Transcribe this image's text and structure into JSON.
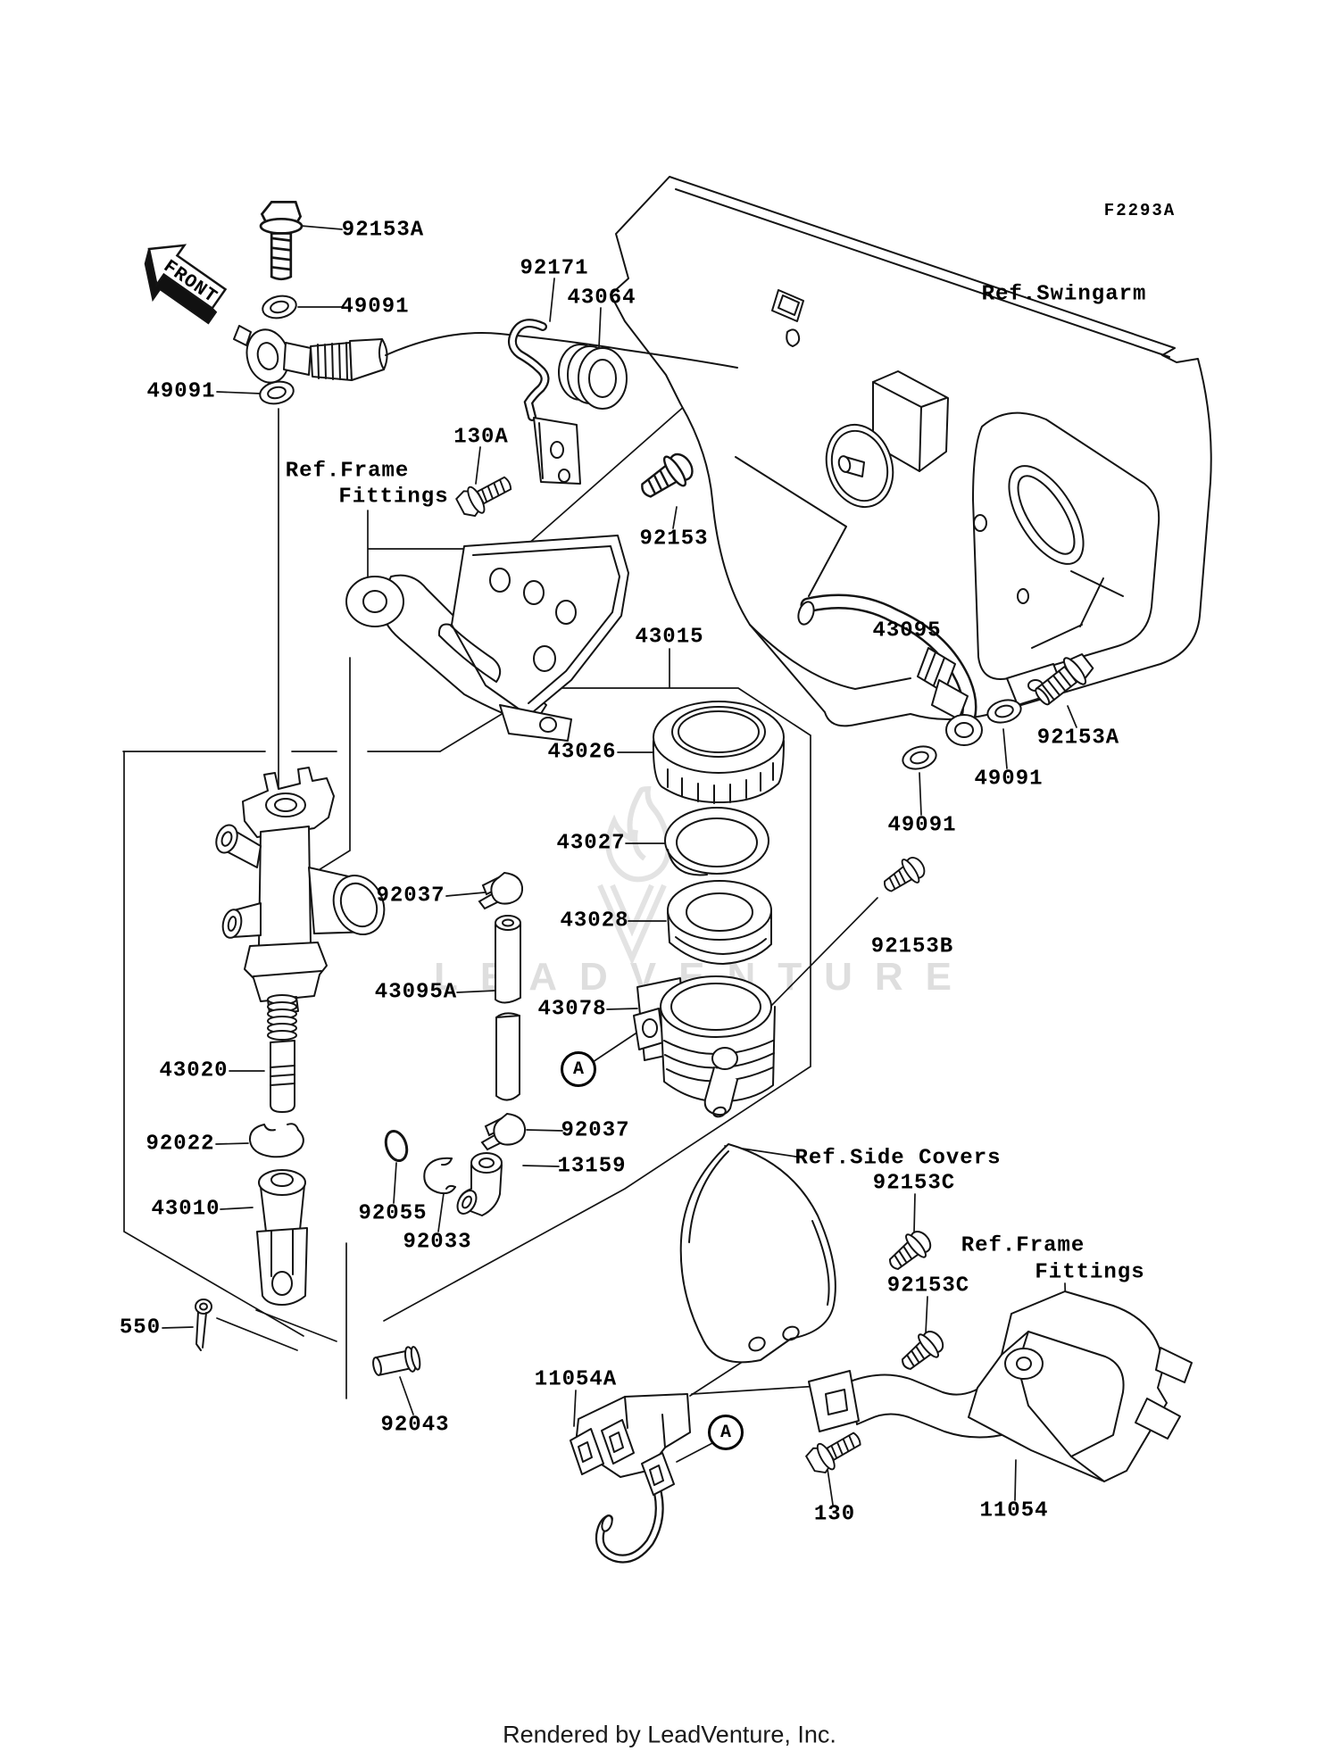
{
  "diagram": {
    "page_code": "F2293A",
    "front_label": "FRONT",
    "watermark": "LEADVENTURE",
    "footer": "Rendered by LeadVenture, Inc.",
    "detail_marker": "A"
  },
  "labels": {
    "bolt_92153a_top": "92153A",
    "washer_49091_top": "49091",
    "washer_49091_left": "49091",
    "clamp_92171": "92171",
    "cap_43064": "43064",
    "ref_swingarm": "Ref.Swingarm",
    "bolt_130a": "130A",
    "ref_frame_top_line1": "Ref.Frame",
    "ref_frame_top_line2": "Fittings",
    "bolt_92153_top": "92153",
    "assy_43015": "43015",
    "hose_43095": "43095",
    "washer_49091_r1": "49091",
    "washer_49091_r2": "49091",
    "bolt_92153a_right": "92153A",
    "cap_43026": "43026",
    "ring_43027": "43027",
    "cup_43028": "43028",
    "screw_92153b": "92153B",
    "clamp_92037_upper": "92037",
    "tube_43095a": "43095A",
    "piston_43078": "43078",
    "clamp_92037_lower": "92037",
    "elbow_13159": "13159",
    "piston_43020": "43020",
    "circlip_92022": "92022",
    "rod_43010": "43010",
    "oring_92055": "92055",
    "circlip_92033": "92033",
    "pin_550": "550",
    "pin_92043": "92043",
    "ref_side_covers": "Ref.Side Covers",
    "screw_92153c_1": "92153C",
    "screw_92153c_2": "92153C",
    "ref_frame_bot_line1": "Ref.Frame",
    "ref_frame_bot_line2": "Fittings",
    "bracket_11054a": "11054A",
    "bolt_130": "130",
    "fitting_11054": "11054"
  }
}
